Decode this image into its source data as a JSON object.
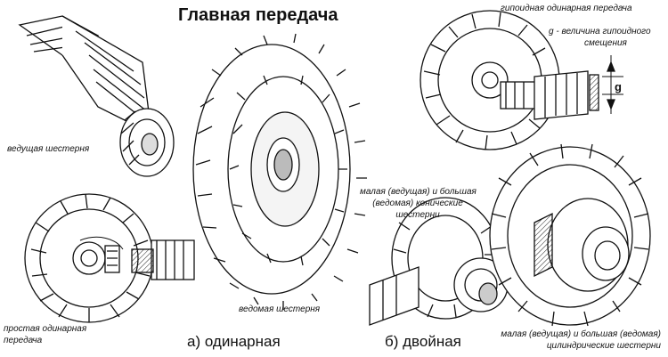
{
  "title": "Главная передача",
  "labels": {
    "drive_gear": "ведущая шестерня",
    "simple_single_1": "простая одинарная",
    "simple_single_2": "передача",
    "driven_gear": "ведомая шестерня",
    "hypoid_title": "гипоидная одинарная передача",
    "hypoid_offset_1": "g - величина  гипоидного",
    "hypoid_offset_2": "смещения",
    "offset_symbol": "g",
    "bevel_1": "малая (ведущая) и большая",
    "bevel_2": "(ведомая) конические",
    "bevel_3": "шестерни",
    "spur_1": "малая (ведущая) и большая (ведомая)",
    "spur_2": "цилиндрические шестерни"
  },
  "captions": {
    "single": "а) одинарная",
    "double": "б) двойная"
  }
}
